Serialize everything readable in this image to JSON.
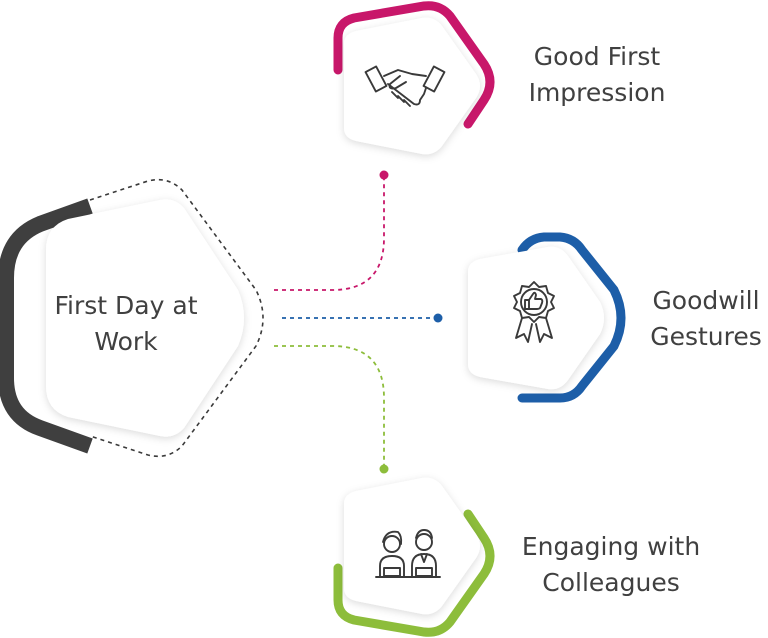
{
  "center": {
    "line1": "First Day at",
    "line2": "Work",
    "accent": "#3f3f3f"
  },
  "items": [
    {
      "line1": "Good First",
      "line2": "Impression",
      "accent": "#c8176a",
      "icon": "handshake-icon"
    },
    {
      "line1": "Goodwill",
      "line2": "Gestures",
      "accent": "#1d5ea8",
      "icon": "award-thumbs-up-icon"
    },
    {
      "line1": "Engaging with",
      "line2": "Colleagues",
      "accent": "#8dbd3b",
      "icon": "colleagues-icon"
    }
  ]
}
